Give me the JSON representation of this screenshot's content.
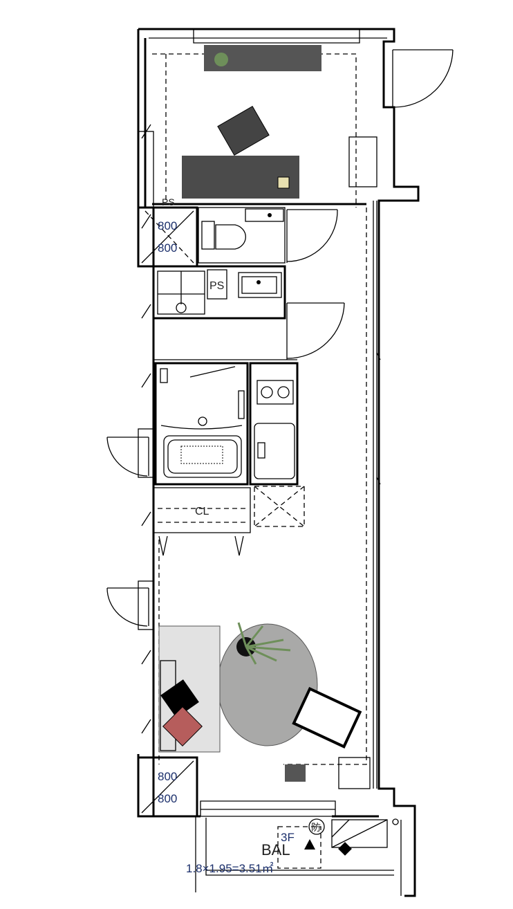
{
  "labels": {
    "ps_top": "PS",
    "door_size_top_1": "800",
    "door_size_top_2": "800",
    "ps": "PS",
    "closet": "CL",
    "door_size_bottom_1": "800",
    "door_size_bottom_2": "800",
    "floor": "3F",
    "fire_mark": "防",
    "balcony": "BAL",
    "balcony_area": "1.8×1.95=3.51㎡"
  },
  "colors": {
    "cushion_red": "#b65d5c",
    "rug": "#a9a9a8",
    "sofa": "#e2e2e2",
    "plant": "#6e8f5a"
  }
}
